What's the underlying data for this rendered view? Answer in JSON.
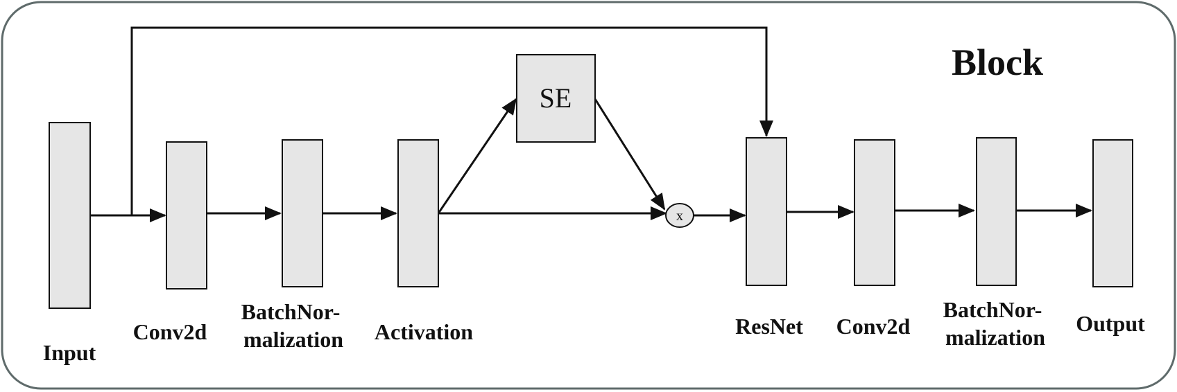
{
  "diagram": {
    "title": "Block",
    "se_label": "SE",
    "multiply_symbol": "x",
    "nodes": [
      {
        "id": "input",
        "lines": [
          "Input"
        ]
      },
      {
        "id": "conv2d-1",
        "lines": [
          "Conv2d"
        ]
      },
      {
        "id": "batchnorm-1",
        "lines": [
          "BatchNor-",
          "malization"
        ]
      },
      {
        "id": "activation",
        "lines": [
          "Activation"
        ]
      },
      {
        "id": "resnet",
        "lines": [
          "ResNet"
        ]
      },
      {
        "id": "conv2d-2",
        "lines": [
          "Conv2d"
        ]
      },
      {
        "id": "batchnorm-2",
        "lines": [
          "BatchNor-",
          "malization"
        ]
      },
      {
        "id": "output",
        "lines": [
          "Output"
        ]
      }
    ],
    "colors": {
      "block_fill": "#e6e6e6",
      "stroke": "#111111",
      "frame_stroke": "#5f6b6b"
    }
  }
}
